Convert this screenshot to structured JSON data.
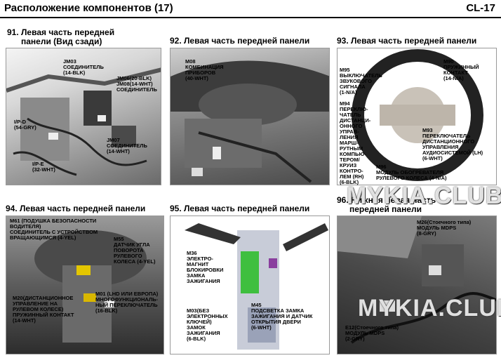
{
  "header": {
    "title": "Расположение компонентов (17)",
    "page": "CL-17"
  },
  "watermark": "MYKIA.CLUB",
  "panels": [
    {
      "caption_line1": "91. Левая часть передней",
      "caption_line2": "панели (Вид сзади)",
      "labels": [
        "JM03",
        "СОЕДИНИТЕЛЬ",
        "(14-BLK)",
        "JM06(20-BLK)",
        "JM08(14-WHT)",
        "СОЕДИНИТЕЛЬ",
        "I/P-D",
        "(54-GRY)",
        "JM07",
        "СОЕДИНИТЕЛЬ",
        "(14-WHT)",
        "I/P-E",
        "(32-WHT)"
      ]
    },
    {
      "caption_line1": "92. Левая часть передней панели",
      "labels": [
        "M08",
        "КОМБИНАЦИЯ",
        "ПРИБОРОВ",
        "(40-WHT)"
      ]
    },
    {
      "caption_line1": "93. Левая часть передней панели",
      "labels": [
        "M95",
        "ВЫКЛЮЧАТЕЛЬ",
        "ЗВУКОВОГО",
        "СИГНАЛА",
        "(1-N/A)",
        "M90",
        "ПРУЖИННЫЙ",
        "КОНТАКТ",
        "(14-N/A)",
        "M94",
        "ПЕРЕКЛЮ-",
        "ЧАТЕЛЬ",
        "ДИСТАНЦИ-",
        "ОННОГО",
        "УПРАВ-",
        "ЛЕНИЯ",
        "МАРШ-",
        "РУТНЫМ",
        "КОМПЬЮ-",
        "ТЕРОМ/",
        "КРУИЗ",
        "КОНТРО-",
        "ЛЕМ (RH)",
        "(6-BLK)",
        "M93",
        "ПЕРЕКЛЮЧАТЕЛЬ",
        "ДИСТАНЦИОННОГО",
        "УПРАВЛЕНИЯ",
        "АУДИОСИСТЕМОЙ (LH)",
        "(6-WHT)",
        "M96",
        "МОДУЛЬ ОБОГРЕВАТЕЛЯ",
        "РУЛЕВОГО КОЛЕСА (4-N/A)"
      ]
    },
    {
      "caption_line1": "94. Левая часть передней панели",
      "labels": [
        "M61 (ПОДУШКА БЕЗОПАСНОСТИ",
        "ВОДИТЕЛЯ)",
        "СОЕДИНИТЕЛЬ С УСТРОЙСТВОМ",
        "ВРАЩАЮЩИМСЯ (4-YEL)",
        "M55",
        "ДАТЧИК УГЛА",
        "ПОВОРОТА",
        "РУЛЕВОГО",
        "КОЛЕСА (4-YEL)",
        "M20(ДИСТАНЦИОННОЕ",
        "УПРАВЛЕНИЕ НА",
        "РУЛЕВОМ КОЛЕСЕ)",
        "ПРУЖИННЫЙ КОНТАКТ",
        "(14-WHT)",
        "M01 (LHD ИЛИ ЕВРОПА)",
        "МНОГОФУНКЦИОНАЛЬ-",
        "НЫЙ ПЕРЕКЛЮЧАТЕЛЬ",
        "(16-BLK)"
      ]
    },
    {
      "caption_line1": "95. Левая часть передней панели",
      "labels": [
        "M36",
        "ЭЛЕКТРО-",
        "МАГНИТ",
        "БЛОКИРОВКИ",
        "ЗАМКА",
        "ЗАЖИГАНИЯ",
        "M03(БЕЗ",
        "ЭЛЕКТРОННЫХ",
        "КЛЮЧЕЙ)",
        "ЗАМОК",
        "ЗАЖИГАНИЯ",
        "(6-BLK)",
        "M45",
        "ПОДСВЕТКА ЗАМКА",
        "ЗАЖИГАНИЯ И ДАТЧИК",
        "ОТКРЫТИЯ ДВЕРИ",
        "(6-WHT)"
      ]
    },
    {
      "caption_line1": "96. Нижняя левая часть",
      "caption_line2": "передней панели",
      "labels": [
        "M26(Стоечного типа)",
        "МОДУЛЬ MDPS",
        "(8-GRY)",
        "E12(Стоечного типа)",
        "МОДУЛЬ MDPS",
        "(2-GRY)"
      ]
    }
  ]
}
